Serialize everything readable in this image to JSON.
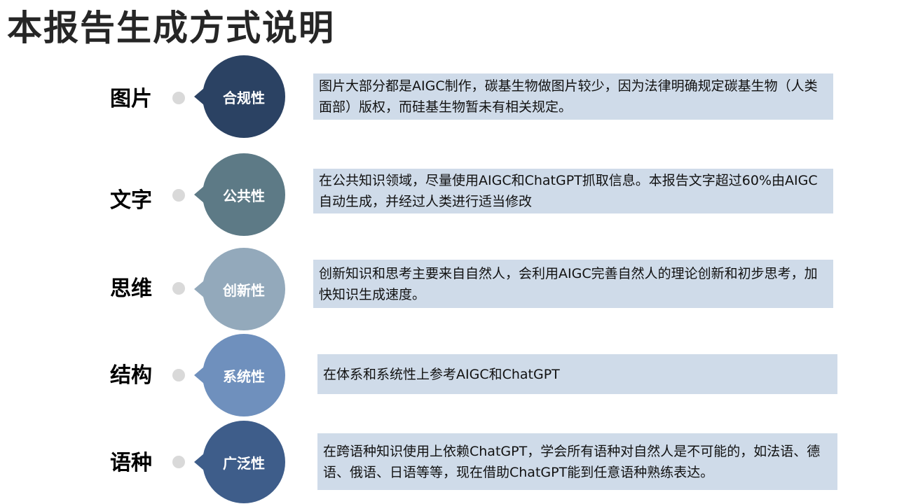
{
  "title": "本报告生成方式说明",
  "rows": [
    {
      "label": "图片",
      "tag": "合规性",
      "tag_color": "#2b4263",
      "text": "图片大部分都是AIGC制作，碳基生物做图片较少，因为法律明确规定碳基生物（人类面部）版权，而硅基生物暂未有相关规定。"
    },
    {
      "label": "文字",
      "tag": "公共性",
      "tag_color": "#5d7a86",
      "text": "在公共知识领域，尽量使用AIGC和ChatGPT抓取信息。本报告文字超过60%由AIGC自动生成，并经过人类进行适当修改"
    },
    {
      "label": "思维",
      "tag": "创新性",
      "tag_color": "#93a9bb",
      "text": "创新知识和思考主要来自自然人，会利用AIGC完善自然人的理论创新和初步思考，加快知识生成速度。"
    },
    {
      "label": "结构",
      "tag": "系统性",
      "tag_color": "#6f90bd",
      "text": "在体系和系统性上参考AIGC和ChatGPT"
    },
    {
      "label": "语种",
      "tag": "广泛性",
      "tag_color": "#3e5d8a",
      "text": "在跨语种知识使用上依赖ChatGPT，学会所有语种对自然人是不可能的，如法语、德语、俄语、日语等等，现在借助ChatGPT能到任意语种熟练表达。"
    }
  ]
}
